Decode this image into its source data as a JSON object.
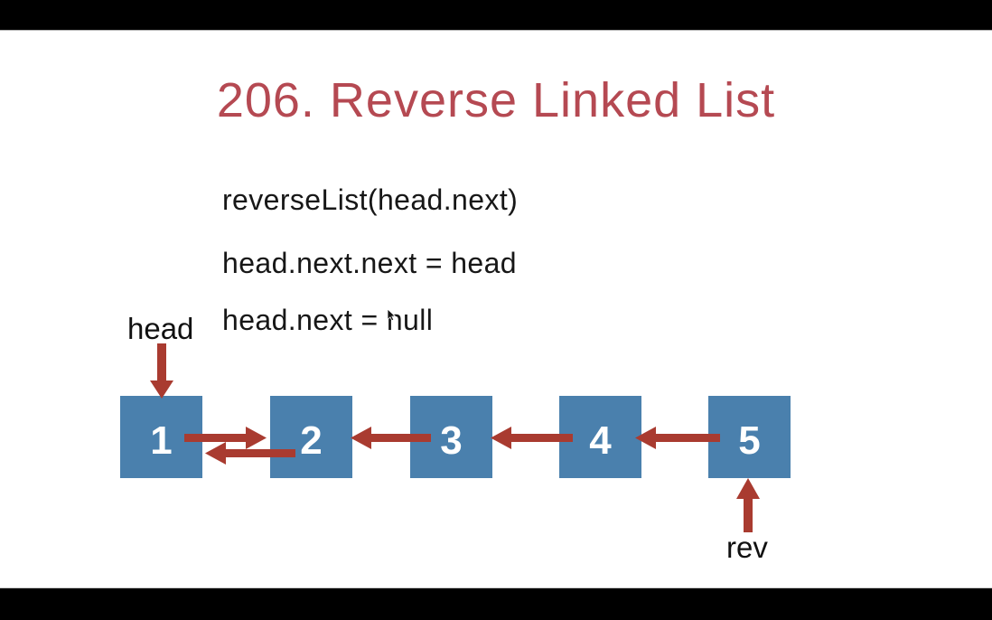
{
  "slide": {
    "title": "206. Reverse Linked List",
    "code_lines": [
      "reverseList(head.next)",
      "head.next.next = head",
      "head.next = null"
    ],
    "pointer_labels": {
      "head": "head",
      "rev": "rev"
    },
    "linked_list": {
      "nodes": [
        {
          "value": "1"
        },
        {
          "value": "2"
        },
        {
          "value": "3"
        },
        {
          "value": "4"
        },
        {
          "value": "5"
        }
      ]
    },
    "icons": {
      "cursor": "mouse-pointer-icon",
      "arrows": [
        "head-pointer-down-arrow",
        "next-arrow-node1-to-node2",
        "reversed-arrow-node2-to-node1",
        "reversed-arrow-node3-to-node2",
        "reversed-arrow-node4-to-node3",
        "reversed-arrow-node5-to-node4",
        "rev-pointer-up-arrow"
      ]
    },
    "colors": {
      "background": "#ffffff",
      "letterbox": "#000000",
      "title": "#b54952",
      "text": "#171717",
      "node_fill": "#4a80ad",
      "node_text": "#ffffff",
      "arrow": "#a93b30"
    }
  }
}
